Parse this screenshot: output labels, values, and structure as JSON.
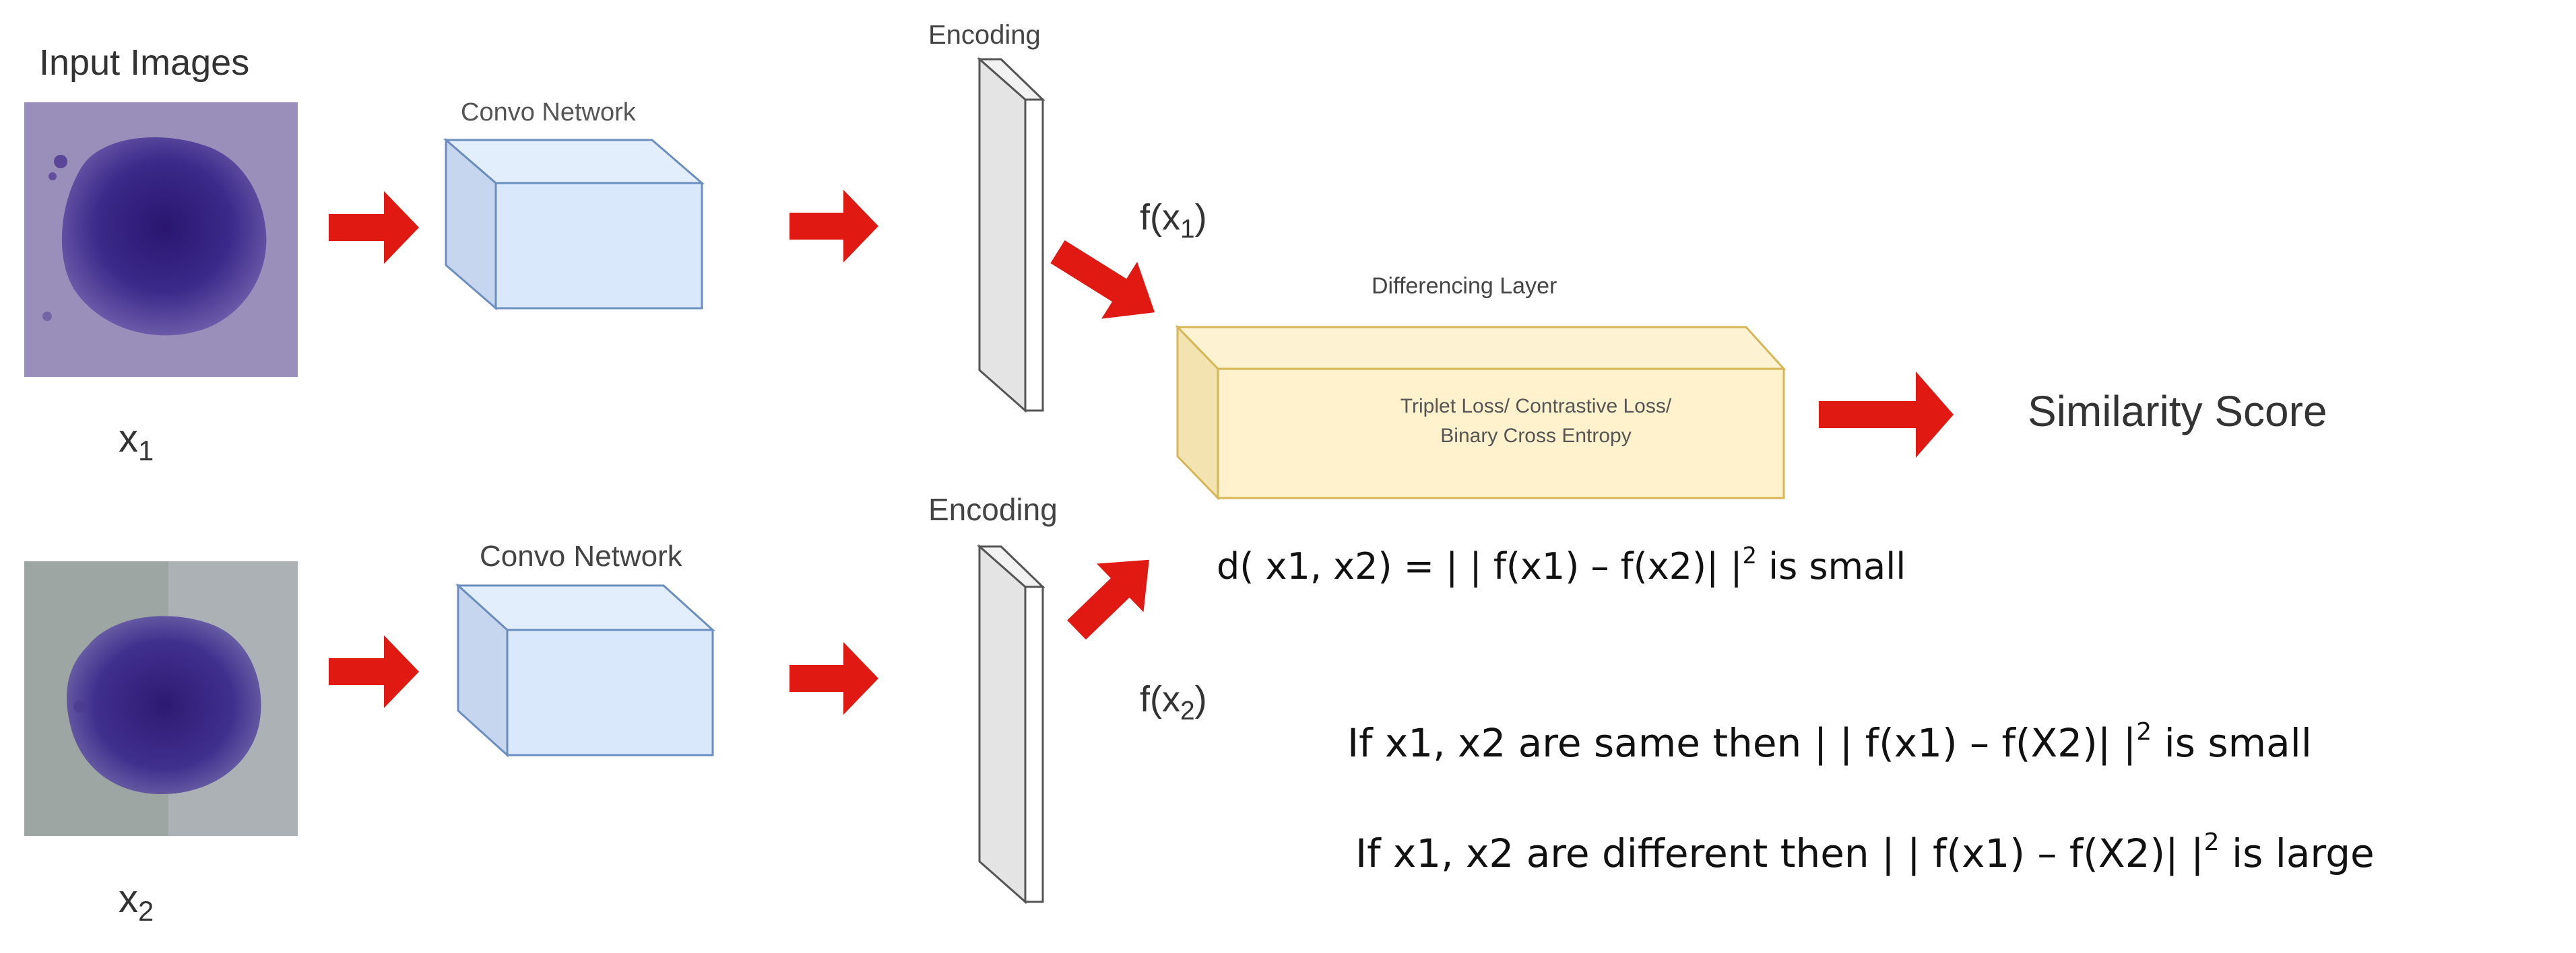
{
  "labels": {
    "input_images": "Input Images",
    "x1": "x",
    "x1_sub": "1",
    "x2": "x",
    "x2_sub": "2",
    "convo_network_top": "Convo Network",
    "convo_network_bottom": "Convo Network",
    "encoding_top": "Encoding",
    "encoding_bottom": "Encoding",
    "fx1_pre": "f(x",
    "fx1_sub": "1",
    "fx1_post": ")",
    "fx2_pre": "f(x",
    "fx2_sub": "2",
    "fx2_post": ")",
    "differencing_layer": "Differencing Layer",
    "loss_line1": "Triplet Loss/ Contrastive Loss/",
    "loss_line2": "Binary Cross Entropy",
    "similarity_score": "Similarity Score"
  },
  "equations": {
    "distance_main": "d( x1, x2) = | | f(x1) – f(x2)| |",
    "distance_sup": "2",
    "distance_tail": " is small",
    "same_main": "If x1, x2 are same then | | f(x1) – f(X2)| |",
    "same_sup": "2",
    "same_tail": " is small",
    "diff_main": "If x1, x2 are different then | | f(x1) – f(X2)| |",
    "diff_sup": "2",
    "diff_tail": " is large"
  },
  "colors": {
    "arrow": "#e01a12",
    "convo_fill": "#dae8fc",
    "convo_stroke": "#6c8ebf",
    "diff_fill": "#fff2cc",
    "diff_stroke": "#d6b656",
    "cell_stain": "#3b2580",
    "slide_bg_1": "#8c7fae",
    "slide_bg_2": "#9fa6a2"
  }
}
